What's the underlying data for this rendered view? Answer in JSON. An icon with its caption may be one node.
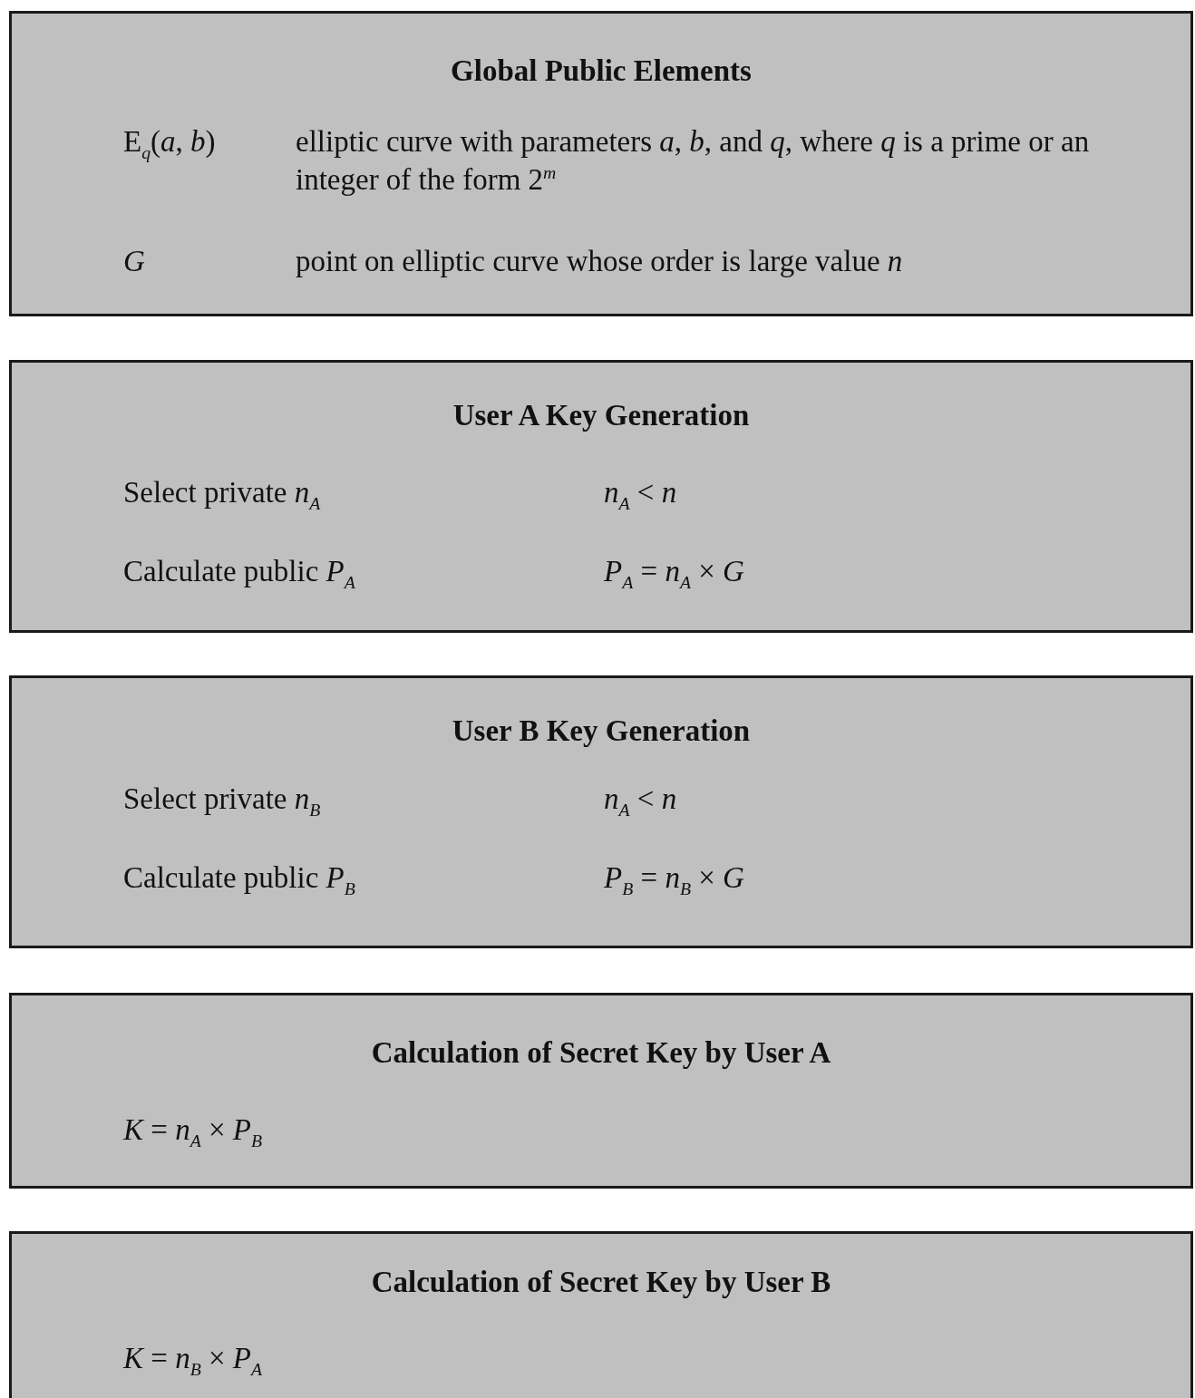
{
  "diagram": {
    "nodes": [
      {
        "text": [
          "Global Public Elements",
          "E$_{q}$(*a*, *b*)",
          "elliptic curve with parameters *a*, *b*, and *q*, where *q* is a prime or an integer of the form 2$^{m}$",
          "*G*",
          "point on elliptic curve whose order is large value *n*"
        ]
      },
      {
        "text": [
          "User A Key Generation",
          "Select private *n*$_{A}$",
          "*n*$_{A}$ < *n*",
          "Calculate public *P*$_{A}$",
          "*P*$_{A}$ = *n*$_{A}$ × *G*"
        ]
      },
      {
        "text": [
          "User B Key Generation",
          "Select private *n*$_{B}$",
          "*n*$_{A}$ < *n*",
          "Calculate public *P*$_{B}$",
          "*P*$_{B}$ = *n*$_{B}$ × *G*"
        ]
      },
      {
        "text": [
          "Calculation of Secret Key by User A",
          "*K* = *n*$_{A}$ × *P*$_{B}$"
        ]
      },
      {
        "text": [
          "Calculation of Secret Key by User B",
          "*K* = *n*$_{B}$ × *P*$_{A}$"
        ]
      }
    ]
  }
}
